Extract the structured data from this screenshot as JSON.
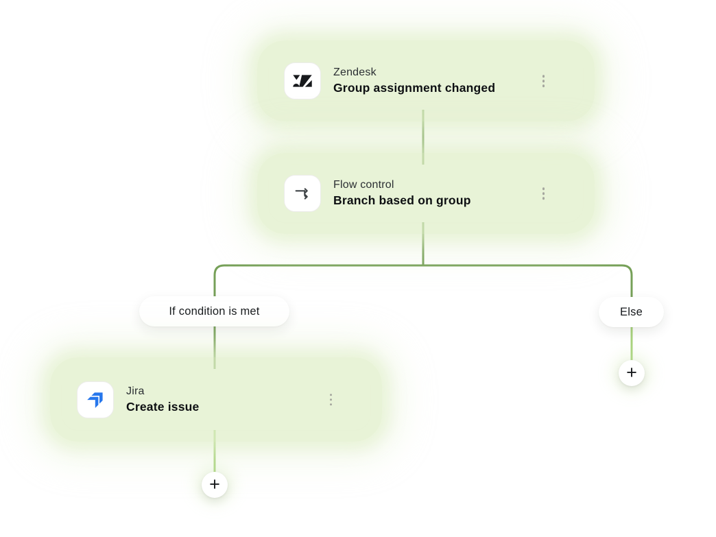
{
  "workflow": {
    "nodes": [
      {
        "app": "Zendesk",
        "title": "Group assignment changed",
        "icon": "zendesk-icon",
        "menu_icon": "kebab-menu-icon"
      },
      {
        "app": "Flow control",
        "title": "Branch based on group",
        "icon": "branch-split-icon",
        "menu_icon": "kebab-menu-icon"
      },
      {
        "app": "Jira",
        "title": "Create issue",
        "icon": "jira-icon",
        "menu_icon": "kebab-menu-icon"
      }
    ],
    "branch_labels": [
      {
        "label": "If condition is met"
      },
      {
        "label": "Else"
      }
    ],
    "add_step_label": "+"
  },
  "colors": {
    "connector_active": "#76a058",
    "connector_pending": "#a9d37e",
    "node_halo": "#e7f1d8",
    "zendesk_brand": "#17191c",
    "jira_brand": "#2777ec",
    "flow_control_icon": "#3e4346",
    "menu_dots": "#a5a69e"
  }
}
